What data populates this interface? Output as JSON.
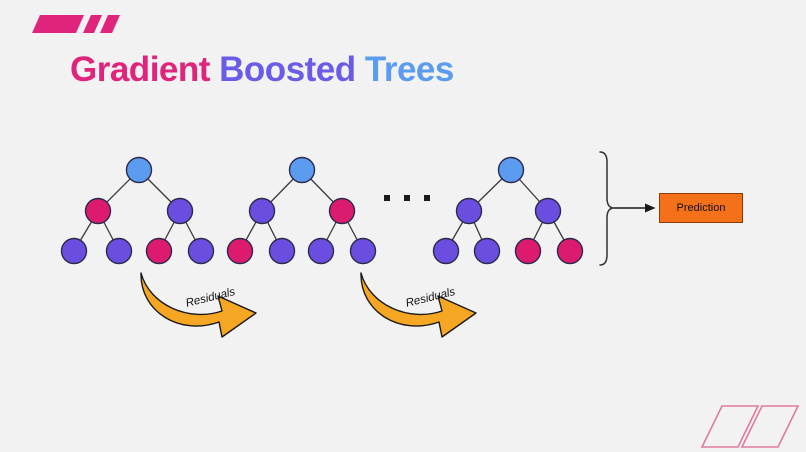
{
  "slide": {
    "background_color": "#f2f2f2",
    "title": {
      "parts": [
        {
          "text": "Gradient",
          "color": "#e0247c"
        },
        {
          "text": "Boosted",
          "color": "#6b5ce7"
        },
        {
          "text": "Trees",
          "color": "#5b9bf0"
        }
      ],
      "full_text": "Gradient Boosted Trees"
    },
    "decorations": {
      "top_left": {
        "name": "slash-marks",
        "color": "#e0247c",
        "style": "filled",
        "count": 3
      },
      "bottom_right": {
        "name": "slash-marks",
        "color": "#e07a9e",
        "style": "outline",
        "count": 2
      }
    }
  },
  "diagram": {
    "type": "gradient-boosted-trees",
    "node_colors": {
      "root": "#5b9bf0",
      "purple": "#6b4ee0",
      "pink": "#dd1b6e",
      "stroke": "#2b2b4d"
    },
    "edge_color": "#3a3a3a",
    "trees": [
      {
        "name": "tree-1",
        "root": "root",
        "internal": [
          "pink",
          "purple"
        ],
        "leaves": [
          "purple",
          "purple",
          "pink",
          "purple"
        ]
      },
      {
        "name": "tree-2",
        "root": "root",
        "internal": [
          "purple",
          "pink"
        ],
        "leaves": [
          "pink",
          "purple",
          "purple",
          "purple"
        ]
      },
      {
        "name": "tree-3",
        "root": "root",
        "internal": [
          "purple",
          "purple"
        ],
        "leaves": [
          "purple",
          "purple",
          "pink",
          "pink"
        ]
      }
    ],
    "ellipsis": {
      "label": "...",
      "dots": 3,
      "color": "#1a1a1a"
    },
    "residual_arrows": [
      {
        "name": "residual-arrow-1",
        "label": "Residuals",
        "color": "#f5a623"
      },
      {
        "name": "residual-arrow-2",
        "label": "Residuals",
        "color": "#f5a623"
      }
    ],
    "brace": {
      "name": "right-curly-brace",
      "color": "#333333"
    },
    "arrow": {
      "name": "prediction-arrow",
      "color": "#1a1a1a"
    },
    "prediction": {
      "label": "Prediction",
      "fill": "#f4711a",
      "border": "#8c3b06",
      "text_color": "#111111"
    }
  }
}
